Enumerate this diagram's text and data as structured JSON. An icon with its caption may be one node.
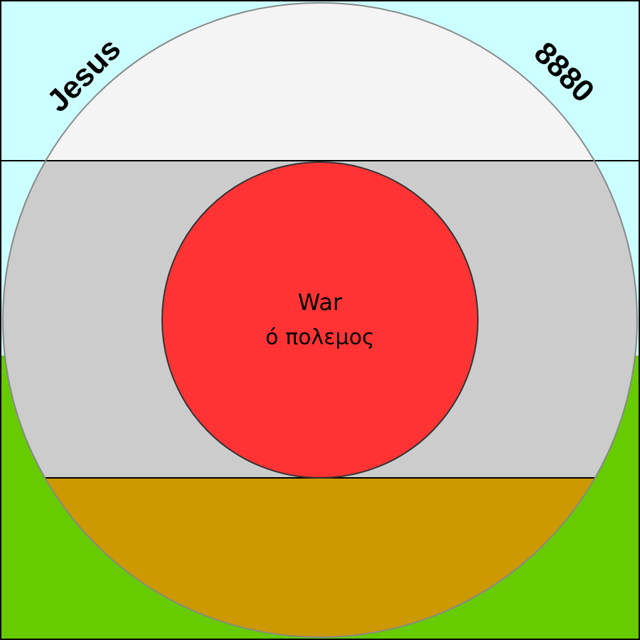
{
  "diagram": {
    "nodes": [
      {
        "text": [],
        "shape": "circle"
      },
      {
        "text": [
          "War",
          "ό πολεμος"
        ],
        "in": 0
      }
    ],
    "labels": [
      "Jesus",
      "8880"
    ]
  }
}
